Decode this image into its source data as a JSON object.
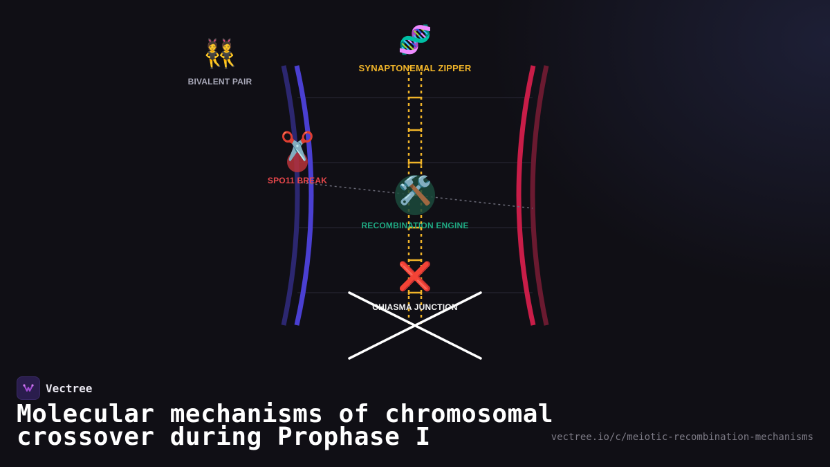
{
  "diagram": {
    "labels": {
      "bivalent": "BIVALENT PAIR",
      "zipper": "SYNAPTONEMAL ZIPPER",
      "spo11": "SPO11 BREAK",
      "engine": "RECOMBINATION ENGINE",
      "chiasma": "CHIASMA JUNCTION"
    },
    "icons": {
      "bivalent": "👯",
      "zipper": "🧬",
      "spo11": "✂️",
      "engine": "🛠️",
      "chiasma": "❌"
    },
    "colors": {
      "chromatid_blue": "#4a3fd1",
      "chromatid_blue_dim": "#2c2770",
      "chromatid_red": "#c81d48",
      "chromatid_red_dim": "#6a1a30",
      "zipper": "#f0b429",
      "bivalent_label": "#a8a8b8",
      "spo11_label": "#e8474b",
      "engine_label": "#1fa982",
      "chiasma_label": "#f2f2f2",
      "crossover_lines": "#ffffff"
    }
  },
  "footer": {
    "brand": "Vectree",
    "title": "Molecular mechanisms of chromosomal crossover during Prophase I",
    "url": "vectree.io/c/meiotic-recombination-mechanisms"
  }
}
